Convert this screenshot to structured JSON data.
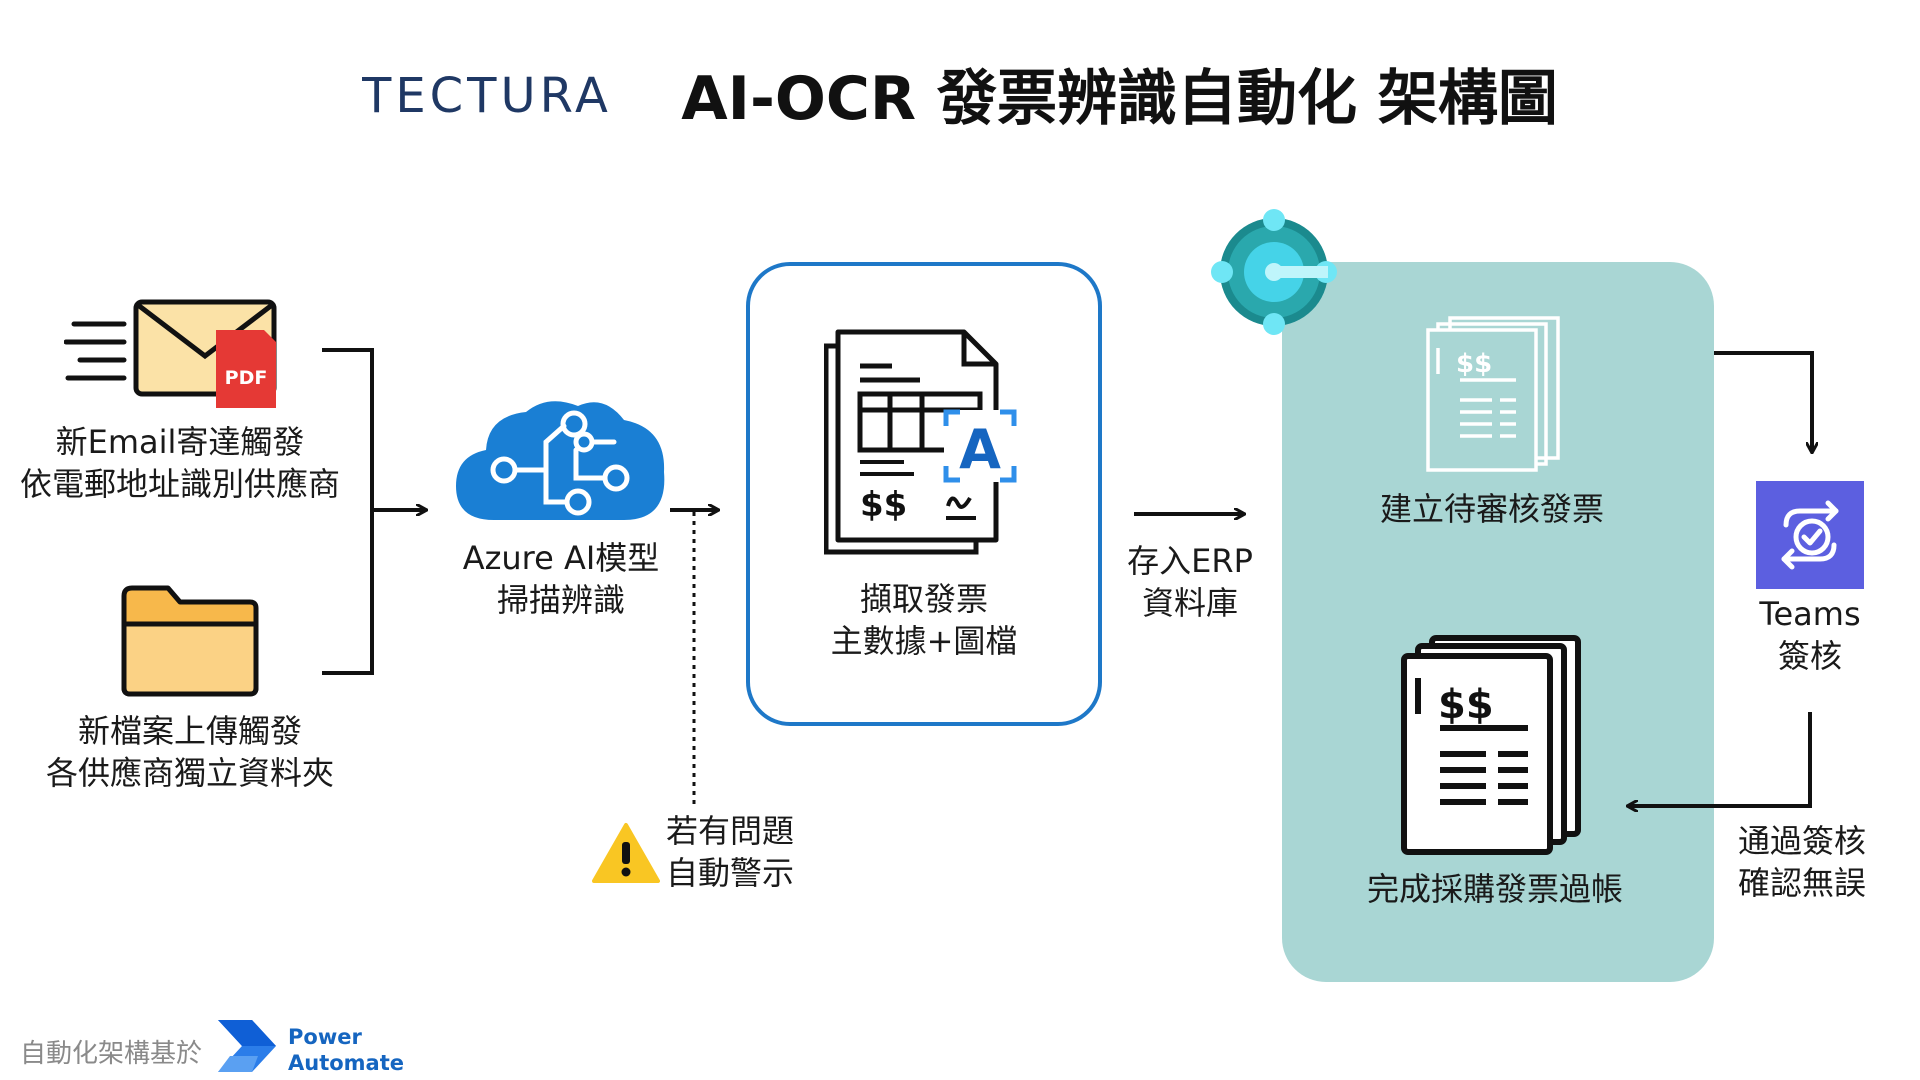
{
  "header": {
    "brand": "TECTURA",
    "title": "AI-OCR 發票辨識自動化  架構圖"
  },
  "triggers": {
    "email": {
      "line1": "新Email寄達觸發",
      "line2": "依電郵地址識別供應商",
      "badge": "PDF"
    },
    "folder": {
      "line1": "新檔案上傳觸發",
      "line2": "各供應商獨立資料夾"
    }
  },
  "azure": {
    "line1": "Azure AI模型",
    "line2": "掃描辨識"
  },
  "alert": {
    "line1": "若有問題",
    "line2": "自動警示"
  },
  "extract": {
    "line1": "擷取發票",
    "line2": "主數據+圖檔",
    "money": "$$",
    "letter": "A"
  },
  "store": {
    "line1": "存入ERP",
    "line2": "資料庫"
  },
  "erp": {
    "pending": {
      "label": "建立待審核發票",
      "money": "$$"
    },
    "complete": {
      "label": "完成採購發票過帳",
      "money": "$$"
    }
  },
  "teams": {
    "line1": "Teams",
    "line2": "簽核"
  },
  "approved": {
    "line1": "通過簽核",
    "line2": "確認無誤"
  },
  "footer": {
    "based_on": "自動化架構基於",
    "product_line1": "Power",
    "product_line2": "Automate"
  },
  "colors": {
    "accent_blue": "#1e78c8",
    "panel_teal": "#a9d6d4",
    "azure_cloud": "#1a7fd4",
    "pdf_red": "#e53935",
    "folder_orange": "#f7b84b",
    "teams_purple": "#5c5fe0",
    "warning_yellow": "#f9c623"
  }
}
